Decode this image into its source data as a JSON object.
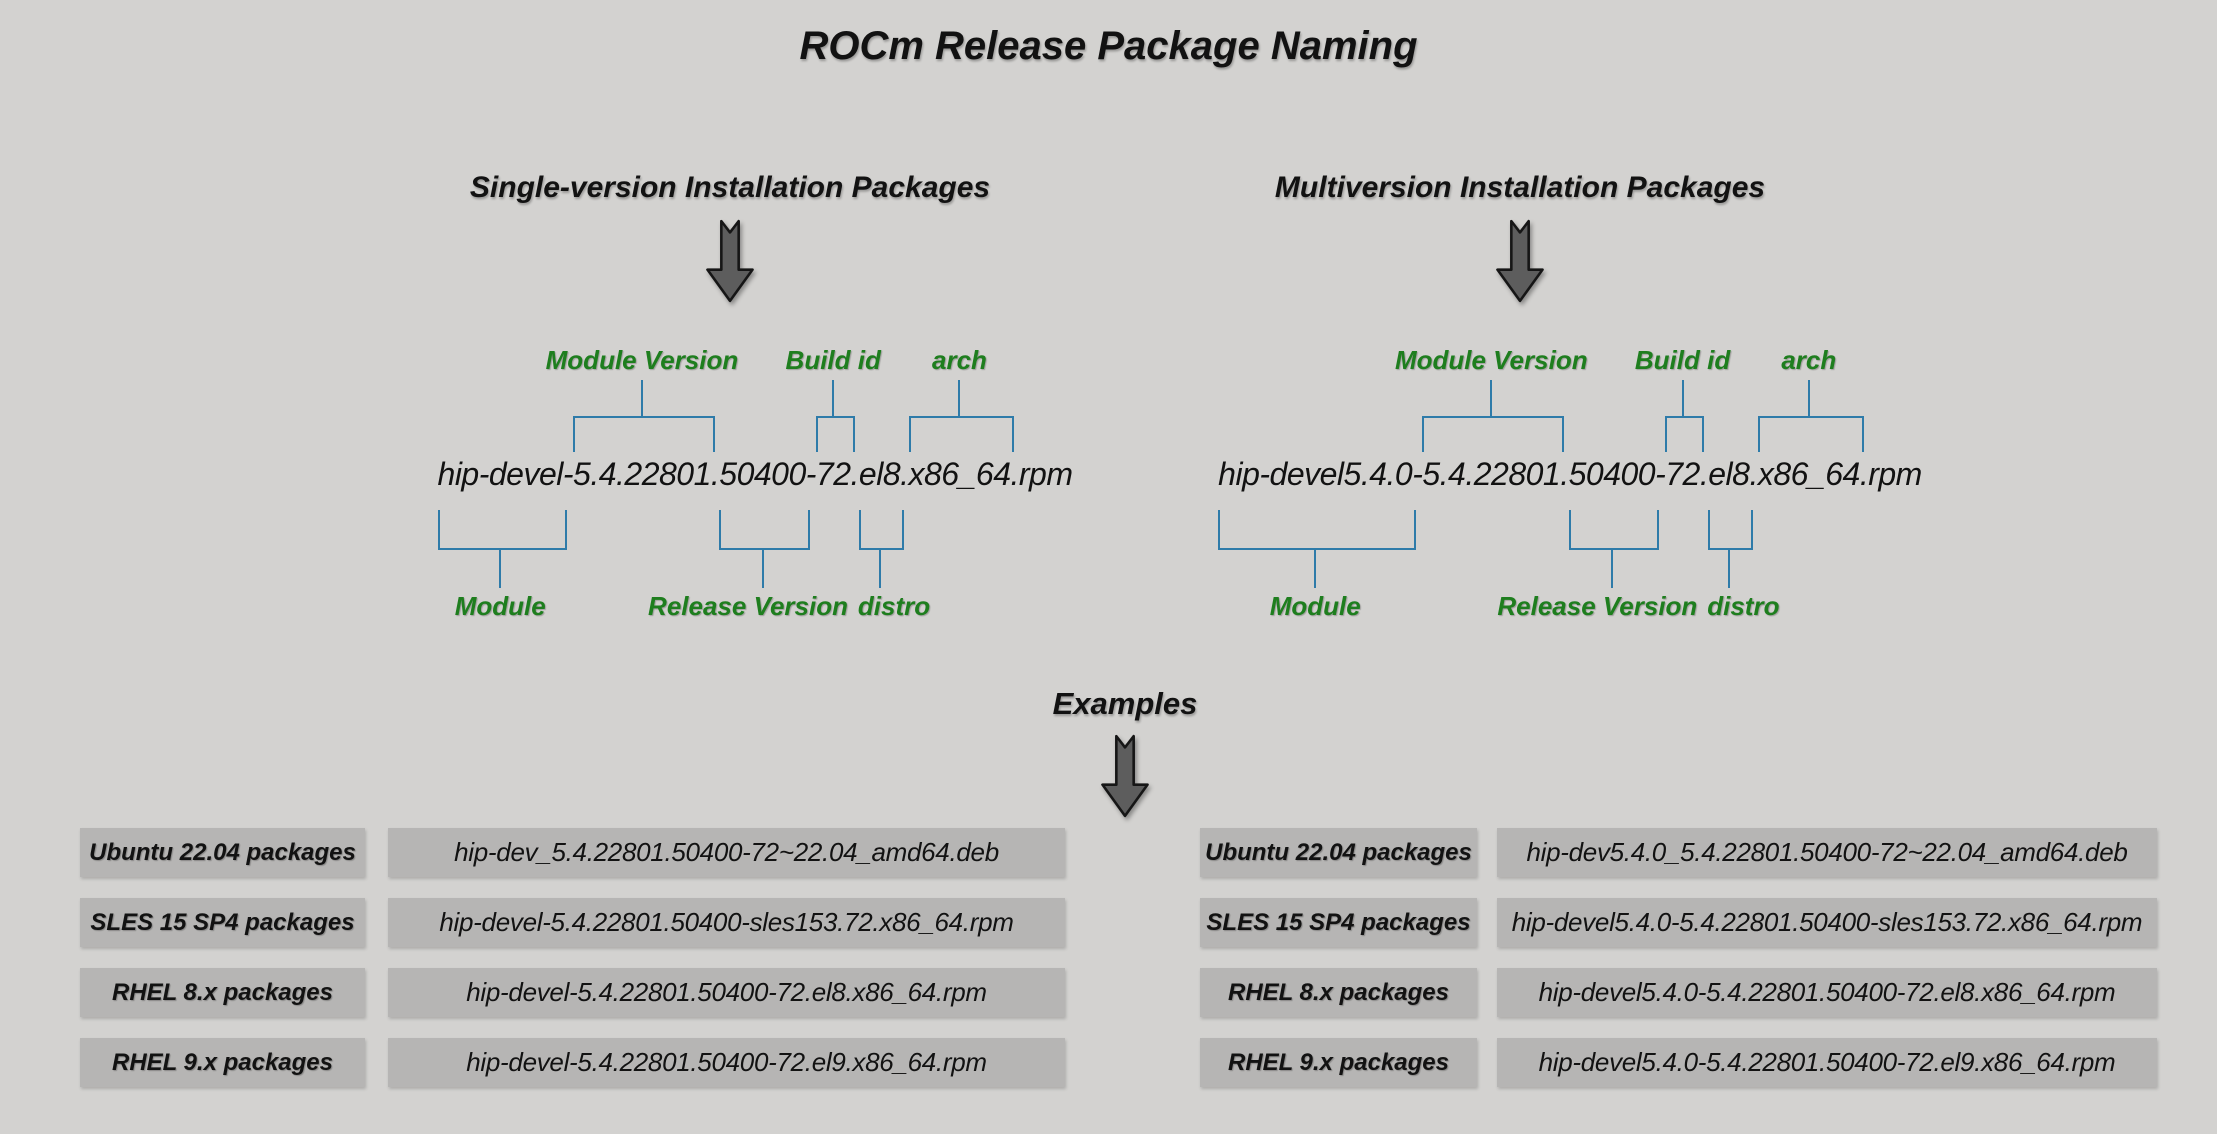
{
  "page": {
    "title": "ROCm Release Package Naming"
  },
  "colors": {
    "background": "#d3d2d0",
    "box_gray": "#b6b5b4",
    "label_green": "#1e7e1e",
    "bracket_blue": "#2e7ba9",
    "arrow_fill": "#5d5d5d",
    "arrow_outline": "#161616",
    "text": "#121212"
  },
  "icons": {
    "down_arrow": "down-arrow-icon"
  },
  "diagrams": [
    {
      "id": "single-version",
      "heading": "Single-version Installation Packages",
      "package_full": "hip-devel-5.4.22801.50400-72.el8.x86_64.rpm",
      "segments": [
        {
          "key": "module",
          "text": "hip-devel"
        },
        {
          "text": "-"
        },
        {
          "key": "module_version",
          "text": "5.4.22801"
        },
        {
          "text": "."
        },
        {
          "key": "release_version",
          "text": "50400"
        },
        {
          "text": "-"
        },
        {
          "key": "build_id",
          "text": "72"
        },
        {
          "text": "."
        },
        {
          "key": "distro",
          "text": "el8"
        },
        {
          "text": "."
        },
        {
          "key": "arch",
          "text": "x86_64"
        },
        {
          "text": ".rpm"
        }
      ],
      "labels_above": [
        {
          "key": "module_version",
          "label": "Module Version"
        },
        {
          "key": "build_id",
          "label": "Build id"
        },
        {
          "key": "arch",
          "label": "arch"
        }
      ],
      "labels_below": [
        {
          "key": "module",
          "label": "Module"
        },
        {
          "key": "release_version",
          "label": "Release Version"
        },
        {
          "key": "distro",
          "label": "distro"
        }
      ]
    },
    {
      "id": "multiversion",
      "heading": "Multiversion Installation Packages",
      "package_full": "hip-devel5.4.0-5.4.22801.50400-72.el8.x86_64.rpm",
      "segments": [
        {
          "key": "module",
          "text": "hip-devel5.4.0"
        },
        {
          "text": "-"
        },
        {
          "key": "module_version",
          "text": "5.4.22801"
        },
        {
          "text": "."
        },
        {
          "key": "release_version",
          "text": "50400"
        },
        {
          "text": "-"
        },
        {
          "key": "build_id",
          "text": "72"
        },
        {
          "text": "."
        },
        {
          "key": "distro",
          "text": "el8"
        },
        {
          "text": "."
        },
        {
          "key": "arch",
          "text": "x86_64"
        },
        {
          "text": ".rpm"
        }
      ],
      "labels_above": [
        {
          "key": "module_version",
          "label": "Module Version"
        },
        {
          "key": "build_id",
          "label": "Build id"
        },
        {
          "key": "arch",
          "label": "arch"
        }
      ],
      "labels_below": [
        {
          "key": "module",
          "label": "Module"
        },
        {
          "key": "release_version",
          "label": "Release Version"
        },
        {
          "key": "distro",
          "label": "distro"
        }
      ]
    }
  ],
  "examples": {
    "heading": "Examples"
  },
  "example_tables": [
    {
      "id": "single-version-examples",
      "rows": [
        {
          "label": "Ubuntu 22.04 packages",
          "value": "hip-dev_5.4.22801.50400-72~22.04_amd64.deb"
        },
        {
          "label": "SLES 15 SP4 packages",
          "value": "hip-devel-5.4.22801.50400-sles153.72.x86_64.rpm"
        },
        {
          "label": "RHEL 8.x packages",
          "value": "hip-devel-5.4.22801.50400-72.el8.x86_64.rpm"
        },
        {
          "label": "RHEL 9.x packages",
          "value": "hip-devel-5.4.22801.50400-72.el9.x86_64.rpm"
        }
      ]
    },
    {
      "id": "multiversion-examples",
      "rows": [
        {
          "label": "Ubuntu 22.04 packages",
          "value": "hip-dev5.4.0_5.4.22801.50400-72~22.04_amd64.deb"
        },
        {
          "label": "SLES 15 SP4 packages",
          "value": "hip-devel5.4.0-5.4.22801.50400-sles153.72.x86_64.rpm"
        },
        {
          "label": "RHEL 8.x packages",
          "value": "hip-devel5.4.0-5.4.22801.50400-72.el8.x86_64.rpm"
        },
        {
          "label": "RHEL 9.x packages",
          "value": "hip-devel5.4.0-5.4.22801.50400-72.el9.x86_64.rpm"
        }
      ]
    }
  ]
}
